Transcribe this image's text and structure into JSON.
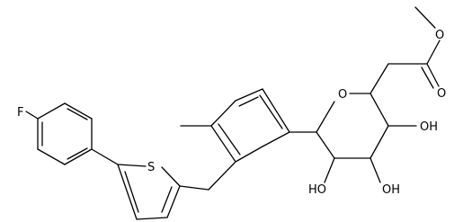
{
  "diagram": {
    "type": "skeletal-formula",
    "atom_labels": {
      "fluorine": "F",
      "sulfur": "S",
      "ring_oxygen": "O",
      "ester_carbonyl_o": "O",
      "ester_o": "O",
      "oh_1": "OH",
      "oh_2": "HO",
      "oh_3": "OH"
    }
  }
}
